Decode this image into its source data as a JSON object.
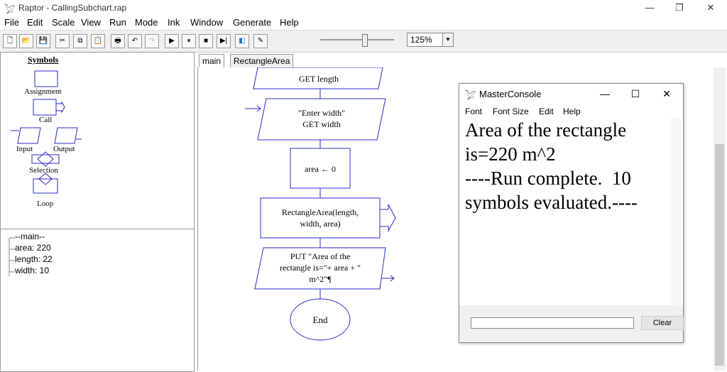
{
  "window": {
    "title": "Raptor - CallingSubchart.rap",
    "min": "—",
    "max": "❐",
    "close": "✕"
  },
  "menu": [
    "File",
    "Edit",
    "Scale",
    "View",
    "Run",
    "Mode",
    "Ink",
    "Window",
    "Generate",
    "Help"
  ],
  "toolbar": {
    "icons": [
      "new-icon",
      "open-icon",
      "save-icon",
      "cut-icon",
      "copy-icon",
      "paste-icon",
      "print-icon",
      "undo-icon",
      "redo-icon",
      "run-icon",
      "pause-icon",
      "stop-icon",
      "step-icon",
      "breakpoint-icon",
      "pen-icon"
    ],
    "glyphs": [
      "🗋",
      "📂",
      "💾",
      "✂",
      "⧉",
      "📋",
      "🖶",
      "↶",
      "↷",
      "▶",
      "⏸",
      "■",
      "▶|",
      "◧",
      "✎"
    ],
    "speed_level": 0.6,
    "zoom": "125%"
  },
  "symbols": {
    "title": "Symbols",
    "assignment": "Assignment",
    "call": "Call",
    "input": "Input",
    "output": "Output",
    "selection": "Selection",
    "loop": "Loop"
  },
  "variables": {
    "header": "--main--",
    "items": [
      "area: 220",
      "length: 22",
      "width: 10"
    ]
  },
  "tabs": [
    "main",
    "RectangleArea"
  ],
  "flowchart": {
    "get_length": "GET length",
    "input_width_prompt": "\"Enter width\"",
    "input_width_get": "GET width",
    "assign": "area ← 0",
    "call_line1": "RectangleArea(length,",
    "call_line2": "width, area)",
    "put_line1": "PUT \"Area of the",
    "put_line2": "rectangle is=\"+ area + \"",
    "put_line3": "m^2\"¶",
    "end": "End"
  },
  "console": {
    "title": "MasterConsole",
    "menu": [
      "Font",
      "Font Size",
      "Edit",
      "Help"
    ],
    "output": "Area of the rectangle is=220 m^2\n----Run complete.  10 symbols evaluated.----",
    "clear_label": "Clear"
  }
}
